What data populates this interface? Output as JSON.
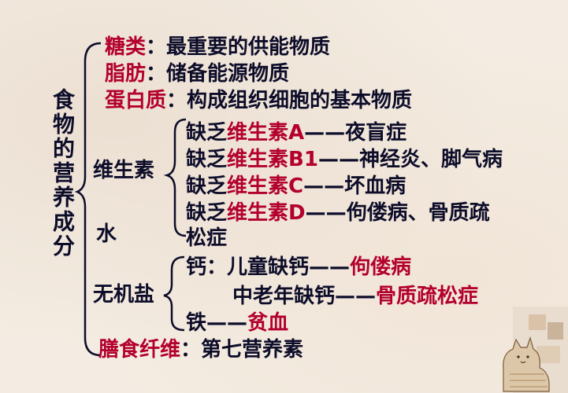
{
  "root_label": "食物的营养成分",
  "items": {
    "sugar": {
      "term": "糖类",
      "desc": "：最重要的供能物质"
    },
    "fat": {
      "term": "脂肪",
      "desc": "：储备能源物质"
    },
    "protein": {
      "term": "蛋白质",
      "desc": "：构成组织细胞的基本物质"
    },
    "vitamin": {
      "label": "维生素",
      "rows": [
        {
          "prefix": "缺乏",
          "vitamin": "维生素A",
          "disease": "——夜盲症"
        },
        {
          "prefix": "缺乏",
          "vitamin": "维生素B1",
          "disease": "——神经炎、脚气病"
        },
        {
          "prefix": "缺乏",
          "vitamin": "维生素C",
          "disease": "——坏血病"
        },
        {
          "prefix": "缺乏",
          "vitamin": "维生素D",
          "disease": "——佝偻病、骨质疏"
        }
      ],
      "wrap": "松症"
    },
    "water": {
      "label": "水"
    },
    "mineral": {
      "label": "无机盐",
      "calcium_prefix": "钙：儿童缺钙——",
      "calcium_child": "佝偻病",
      "calcium_elder_prefix": "中老年缺钙——",
      "calcium_elder": "骨质疏松症",
      "iron_prefix": "铁——",
      "iron_disease": "贫血"
    },
    "fiber": {
      "term": "膳食纤维",
      "desc": "：第七营养素"
    }
  },
  "colors": {
    "term": "#b3002c",
    "text": "#0d0d2a",
    "background": "#f4ece2"
  }
}
